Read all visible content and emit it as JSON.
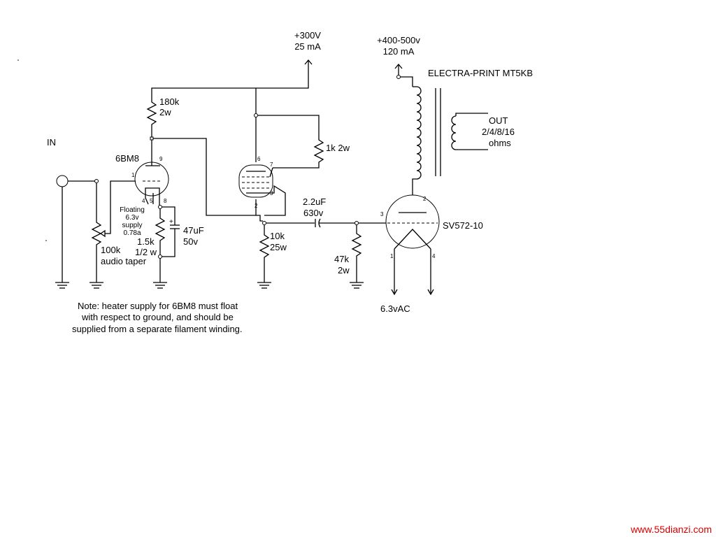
{
  "labels": {
    "input": "IN",
    "supply_300": "+300V",
    "supply_300_current": "25 mA",
    "supply_hv": "+400-500v",
    "supply_hv_current": "120 mA",
    "transformer": "ELECTRA-PRINT MT5KB",
    "output": "OUT",
    "output_ohms": "2/4/8/16",
    "output_ohms_unit": "ohms",
    "r_plate_value": "180k",
    "r_plate_power": "2w",
    "r_screen": "1k 2w",
    "driver_tube": "6BM8",
    "heater_note_1": "Floating",
    "heater_note_2": "6.3v",
    "heater_note_3": "supply",
    "heater_note_4": "0.78a",
    "r_cathode_value": "1.5k",
    "r_cathode_power": "1/2 w",
    "c_cathode_value": "47uF",
    "c_cathode_voltage": "50v",
    "pot_value": "100k",
    "pot_taper": "audio taper",
    "r_load_value": "10k",
    "r_load_power": "25w",
    "c_coupling_value": "2.2uF",
    "c_coupling_voltage": "630v",
    "r_grid_value": "47k",
    "r_grid_power": "2w",
    "output_tube": "SV572-10",
    "filament": "6.3vAC",
    "note_line_1": "Note: heater supply for 6BM8 must float",
    "note_line_2": "with respect to ground, and should be",
    "note_line_3": "supplied from a separate filament winding.",
    "watermark": "www.55dianzi.com"
  },
  "pins": {
    "triode_grid": "1",
    "triode_plate": "9",
    "triode_k4": "4",
    "triode_k5": "5",
    "triode_k8": "8",
    "pentode_plate": "6",
    "pentode_screen": "7",
    "pentode_cathode": "3",
    "pentode_grid": "2",
    "out_plate": "2",
    "out_grid": "3",
    "out_fil_1": "1",
    "out_fil_4": "4"
  },
  "colors": {
    "wire": "#000000",
    "watermark": "#d40000",
    "background": "#ffffff"
  }
}
